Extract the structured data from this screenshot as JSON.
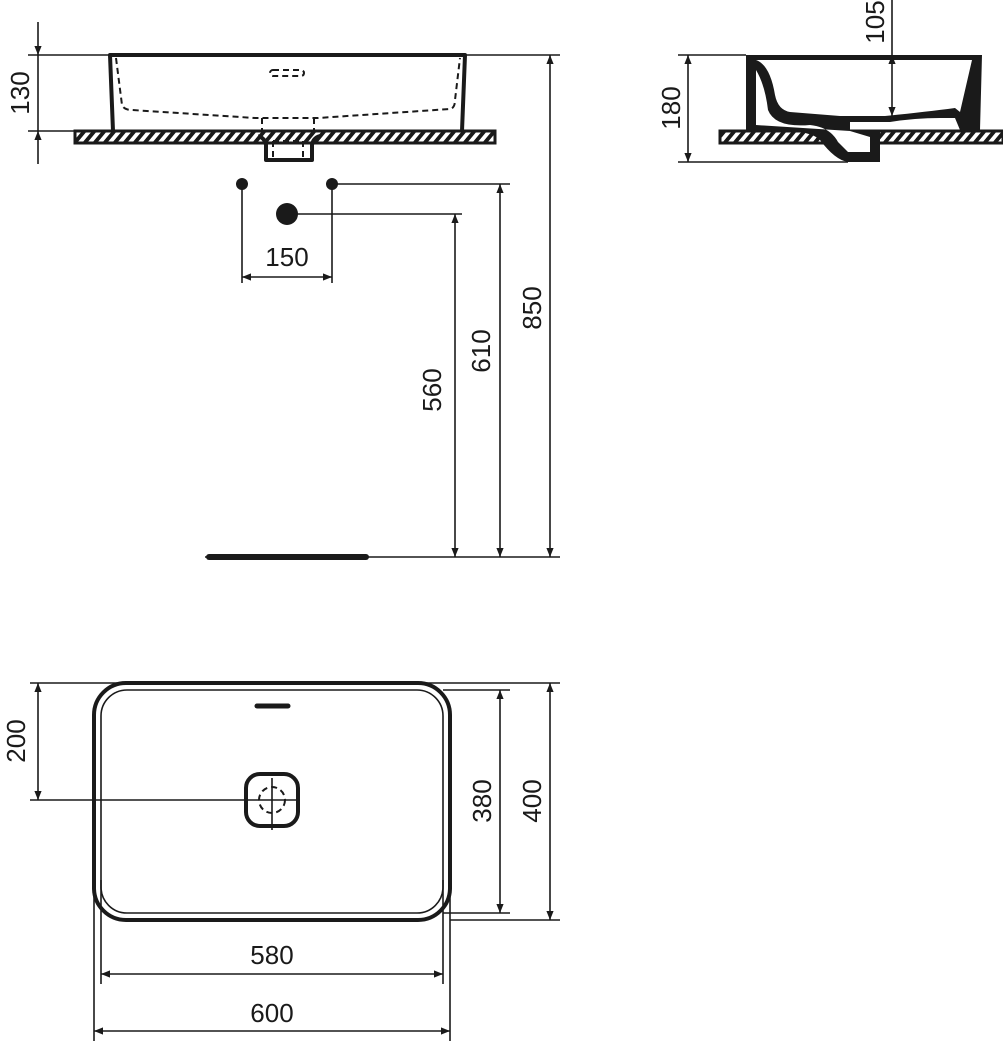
{
  "drawing": {
    "front_view": {
      "dimensions": {
        "basin_height": "130",
        "tap_spacing": "150",
        "waste_height": "560",
        "supply_height": "610",
        "top_height": "850"
      }
    },
    "side_view": {
      "dimensions": {
        "total_height": "180",
        "bowl_depth": "105"
      }
    },
    "plan_view": {
      "dimensions": {
        "drain_offset": "200",
        "inner_depth": "380",
        "outer_depth": "400",
        "inner_width": "580",
        "outer_width": "600"
      }
    },
    "colors": {
      "line": "#1a1a1a",
      "background": "#ffffff"
    }
  }
}
